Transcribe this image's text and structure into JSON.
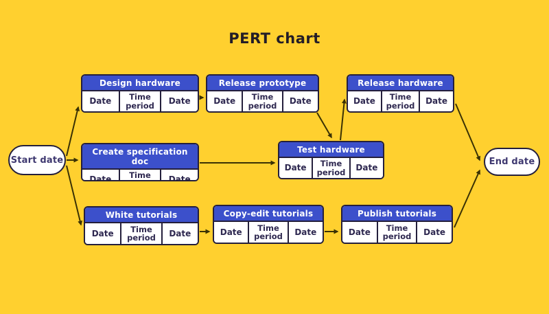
{
  "title": "PERT chart",
  "colors": {
    "background": "#FFD02F",
    "node_header_blue": "#3C50CB",
    "node_border": "#241F3C",
    "node_fill": "#FFFFFF",
    "arrow": "#3A3104",
    "cell_text": "#2E2850",
    "title_text": "#231D27",
    "pill_text": "#3E3870"
  },
  "start_node": {
    "label": "Start date"
  },
  "end_node": {
    "label": "End date"
  },
  "labels": {
    "date": "Date",
    "time_period": "Time period"
  },
  "tasks": [
    {
      "id": "design-hardware",
      "label": "Design hardware"
    },
    {
      "id": "release-prototype",
      "label": "Release prototype"
    },
    {
      "id": "release-hardware",
      "label": "Release hardware"
    },
    {
      "id": "create-specification-doc",
      "label": "Create specification doc"
    },
    {
      "id": "test-hardware",
      "label": "Test hardware"
    },
    {
      "id": "white-tutorials",
      "label": "White tutorials"
    },
    {
      "id": "copy-edit-tutorials",
      "label": "Copy-edit tutorials"
    },
    {
      "id": "publish-tutorials",
      "label": "Publish tutorials"
    }
  ]
}
